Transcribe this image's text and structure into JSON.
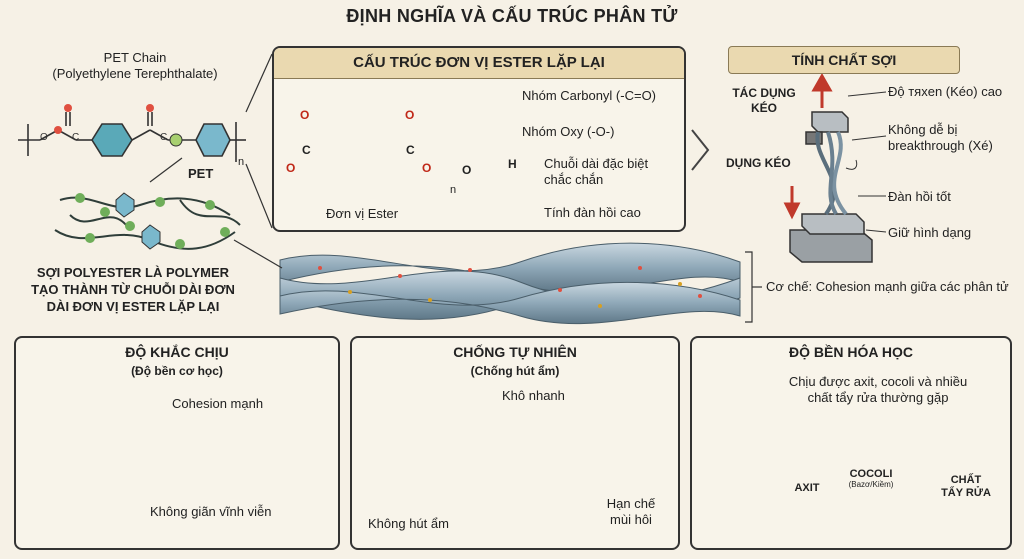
{
  "title": "ĐỊNH NGHĨA VÀ CẤU TRÚC PHÂN TỬ",
  "pet": {
    "chain_line1": "PET Chain",
    "chain_line2": "(Polyethylene Terephthalate)",
    "label": "PET",
    "subscript": "n",
    "definition_line1": "SỢI POLYESTER LÀ POLYMER",
    "definition_line2": "TẠO THÀNH TỪ CHUỖI DÀI ĐƠN",
    "definition_line3": "DÀI ĐƠN VỊ ESTER LẶP LẠI"
  },
  "ester": {
    "header": "CẤU TRÚC ĐƠN VỊ ESTER LẶP LẠI",
    "carbonyl": "Nhóm Carbonyl (-C=O)",
    "oxy": "Nhóm Oxy (-O-)",
    "chain_line1": "Chuỗi dài đặc biệt",
    "chain_line2": "chắc chắn",
    "elastic": "Tính đàn hồi cao",
    "unit": "Đơn vị Ester",
    "subscript": "n",
    "atoms": {
      "o": "O",
      "c": "C",
      "h": "H"
    }
  },
  "fiber_props": {
    "header": "TÍNH CHẤT SỢI",
    "pull_line1": "TÁC DỤNG",
    "pull_line2": "KÉO",
    "pull2": "DỤNG KÉO",
    "tensile": "Độ тяxen (Kéo) cao",
    "tear_line1": "Không dễ bị",
    "tear_line2": "breakthrough (Xé)",
    "elastic": "Đàn hồi tốt",
    "shape": "Giữ hình dạng"
  },
  "mechanism": "Cơ chế: Cohesion mạnh giữa các phân tử",
  "durability": {
    "title": "ĐỘ KHẮC CHỊU",
    "subtitle": "(Độ bền cơ học)",
    "cohesion": "Cohesion mạnh",
    "no_stretch": "Không giãn vĩnh viễn"
  },
  "natural": {
    "title": "CHỐNG TỰ NHIÊN",
    "subtitle": "(Chống hút ẩm)",
    "dry": "Khô nhanh",
    "no_absorb": "Không hút ẩm",
    "odor_line1": "Hạn chế",
    "odor_line2": "mùi hôi"
  },
  "chemical": {
    "title": "ĐỘ BỀN HÓA HỌC",
    "desc_line1": "Chịu được axit, cocoli và nhiều",
    "desc_line2": "chất tẩy rửa thường gặp",
    "axit": "AXIT",
    "cocoli": "COCOLI",
    "cocoli_sub": "(Bazơ/Kiềm)",
    "detergent_line1": "CHẤT",
    "detergent_line2": "TẨY RỬA"
  },
  "colors": {
    "background": "#f6f1e6",
    "panel_header": "#ead9b0",
    "oxygen": "#e05040",
    "arrow": "#c0392b",
    "fiber": "#8fa8b8"
  }
}
